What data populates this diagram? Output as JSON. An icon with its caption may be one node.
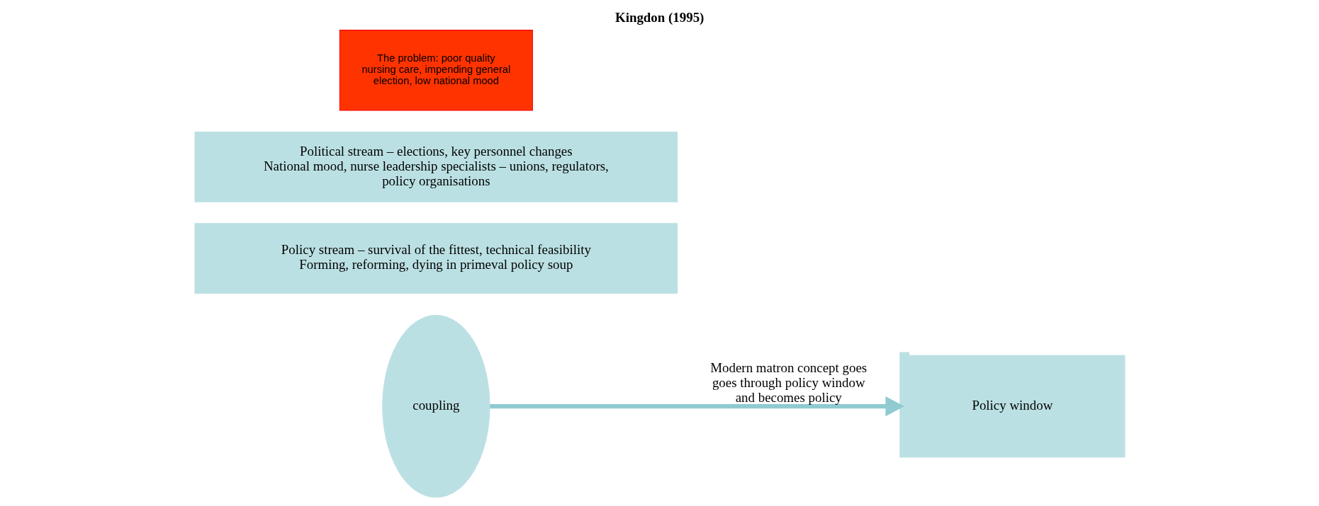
{
  "diagram": {
    "title": "Kingdon (1995)",
    "nodes": [
      {
        "text": [
          "The problem: poor quality nursing care, impending general election, low national mood"
        ]
      },
      {
        "text": [
          "Political stream – elections, key personnel changes",
          "National mood, nurse leadership specialists – unions, regulators, policy organisations"
        ]
      },
      {
        "text": [
          "Policy stream – survival of the fittest, technical feasibility",
          "Forming, reforming, dying in primeval policy soup"
        ]
      },
      {
        "text": [
          "coupling"
        ]
      },
      {
        "text": [
          "Policy window"
        ]
      }
    ],
    "edges": [
      {
        "from": 3,
        "to": 4,
        "arrow": "to",
        "label": "Modern matron concept goes goes through policy window and becomes policy"
      }
    ]
  }
}
